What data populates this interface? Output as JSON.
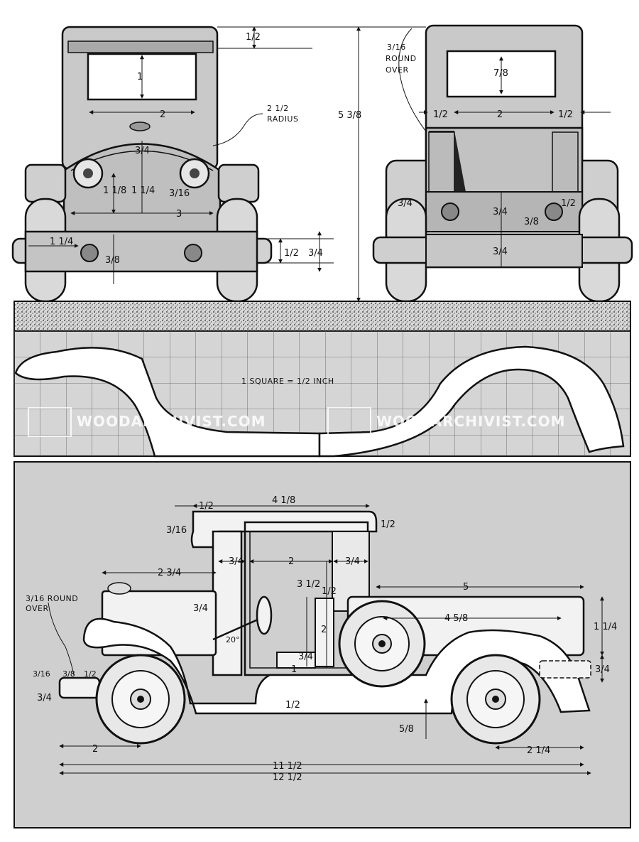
{
  "front_view": {
    "dims": {
      "windshield_h": "1",
      "windshield_w": "2",
      "hood_top": "3/4",
      "headlight_low": "1 1/8",
      "headlight_high": "1 1/4",
      "headlight_dia": "3/16",
      "headlight_span": "3",
      "bumper_side": "1 1/4",
      "bumper_hole": "3/8",
      "bumper_h1": "1/2",
      "bumper_h2": "3/4"
    },
    "radius_note": [
      "2 1/2",
      "RADIUS"
    ]
  },
  "shared": {
    "top_gap": "1/2",
    "overall_height": "5 3/8"
  },
  "rear_view": {
    "round_note": [
      "3/16",
      "ROUND",
      "OVER"
    ],
    "dims": {
      "window_h": "7/8",
      "left": "1/2",
      "center": "2",
      "right": "1/2",
      "side": "3/4",
      "bed_mid": "3/4",
      "hole_r": "1/2",
      "hole_sm": "3/8",
      "bottom": "3/4"
    }
  },
  "pattern": {
    "scale_note": "1 SQUARE = 1/2 INCH",
    "watermark": "WOODARCHIVIST.COM"
  },
  "side_view": {
    "round_note": [
      "3/16 ROUND",
      "OVER"
    ],
    "dims": {
      "roof_len": "4 1/8",
      "roof_front": "1/2",
      "roof_back": "1/2",
      "roof_thk": "3/16",
      "hood_len": "2 3/4",
      "pillar_l": "3/4",
      "door_w": "2",
      "pillar_r": "3/4",
      "seat_h": "3 1/2",
      "seat_thk": "1/2",
      "bed_len": "5",
      "wheel_w": "4 5/8",
      "cowl_h": "3/4",
      "angle": "20°",
      "seat_post": "2",
      "floor_h": "3/4",
      "floor_w": "1",
      "bed_h": "1 1/4",
      "bumper_rear": "3/4",
      "front_a": "3/16",
      "front_b": "3/8",
      "front_c": "1/2",
      "front_d": "3/4",
      "running_board": "1/2",
      "axle_h": "5/8",
      "axle_front": "2",
      "axle_rear": "2 1/4",
      "wheelbase": "11 1/2",
      "overall_len": "12 1/2"
    }
  }
}
